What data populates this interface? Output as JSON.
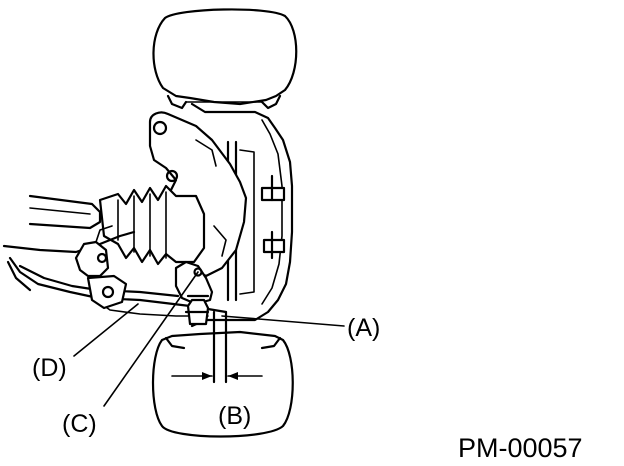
{
  "diagram": {
    "labels": {
      "a": "(A)",
      "b": "(B)",
      "c": "(C)",
      "d": "(D)"
    },
    "figure_id": "PM-00057",
    "line_color": "#000000",
    "background": "#ffffff"
  }
}
